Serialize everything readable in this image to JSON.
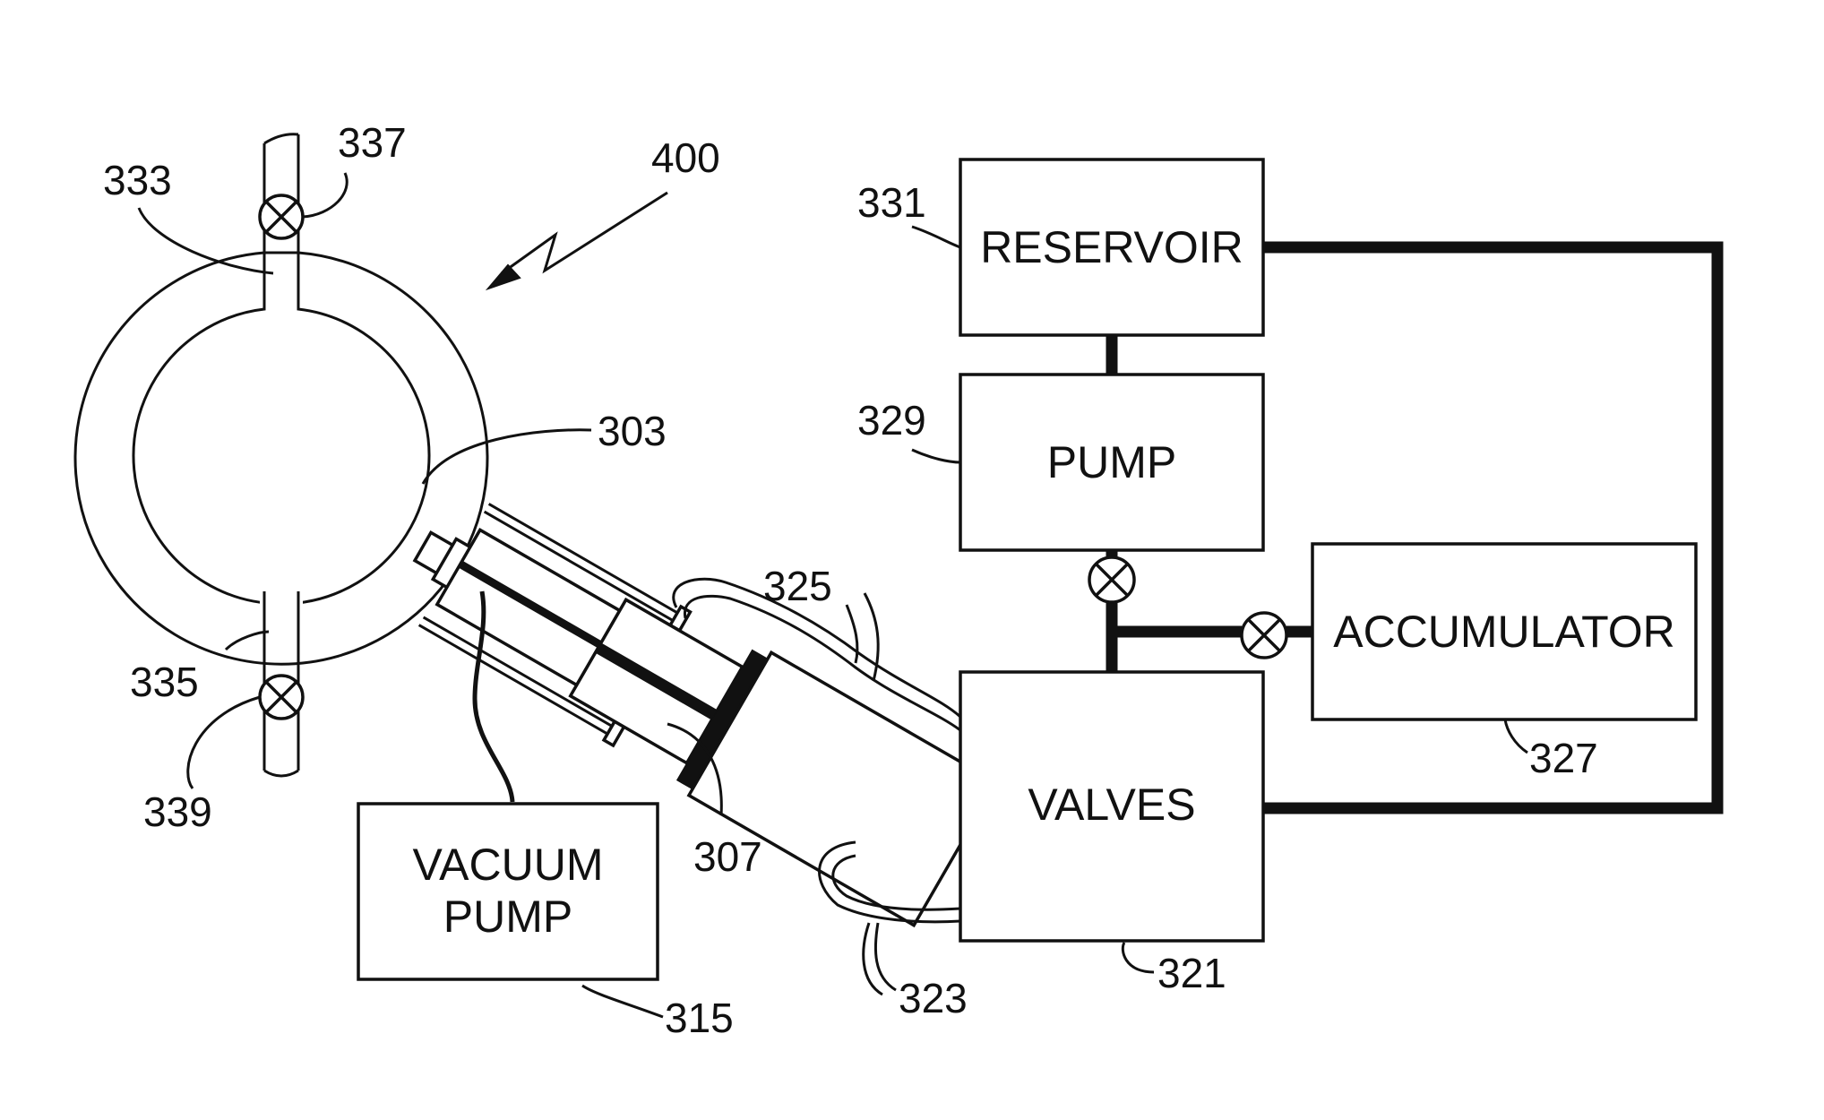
{
  "figure": {
    "ref_numbers": {
      "n400": "400",
      "n333": "333",
      "n337": "337",
      "n335": "335",
      "n339": "339",
      "n303": "303",
      "n307": "307",
      "n315": "315",
      "n325": "325",
      "n323": "323",
      "n321": "321",
      "n331": "331",
      "n329": "329",
      "n327": "327"
    },
    "boxes": {
      "reservoir": "RESERVOIR",
      "pump": "PUMP",
      "accumulator": "ACCUMULATOR",
      "valves": "VALVES",
      "vacuum_pump_line1": "VACUUM",
      "vacuum_pump_line2": "PUMP"
    },
    "icons": {
      "valve_symbol": "valve-icon",
      "pointer_arrow": "arrow-icon"
    },
    "colors": {
      "line": "#111111",
      "background": "#ffffff"
    }
  }
}
